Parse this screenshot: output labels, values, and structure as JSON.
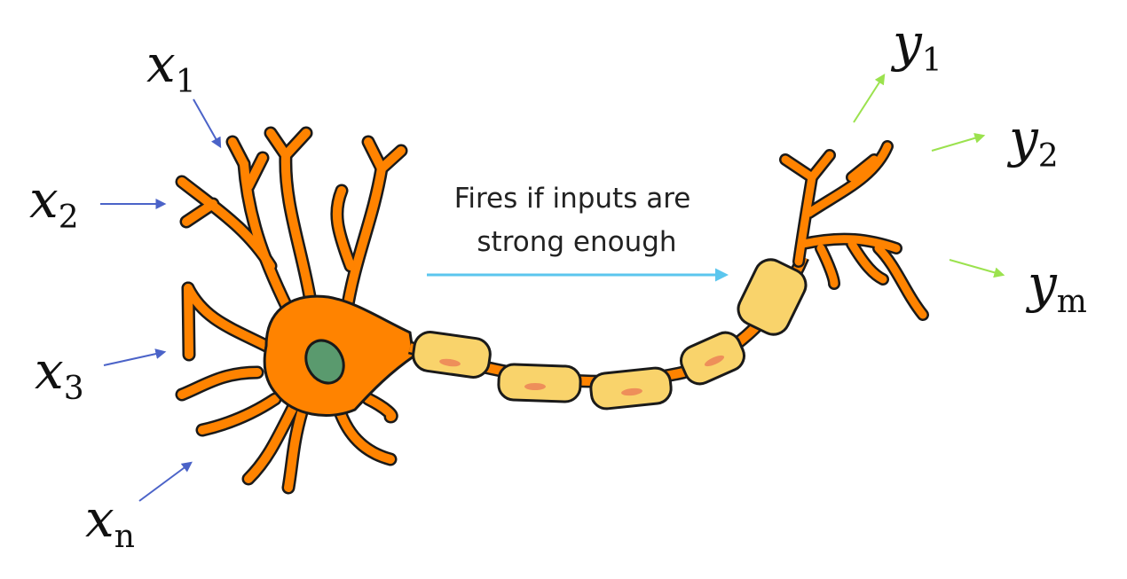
{
  "inputs": [
    {
      "symbol": "x",
      "index": "1"
    },
    {
      "symbol": "x",
      "index": "2"
    },
    {
      "symbol": "x",
      "index": "3"
    },
    {
      "symbol": "x",
      "index": "n"
    }
  ],
  "outputs": [
    {
      "symbol": "y",
      "index": "1"
    },
    {
      "symbol": "y",
      "index": "2"
    },
    {
      "symbol": "y",
      "index": "m"
    }
  ],
  "caption": {
    "line1": "Fires if inputs are",
    "line2": "strong enough"
  },
  "colors": {
    "neuron_body": "#ff8300",
    "neuron_outline": "#1a1a1a",
    "nucleus": "#5a9a6e",
    "myelin": "#f9d36b",
    "myelin_mark": "#ee8f5a",
    "input_arrow": "#4b63c8",
    "output_arrow": "#9be24e",
    "signal_arrow": "#5bc6ee"
  }
}
